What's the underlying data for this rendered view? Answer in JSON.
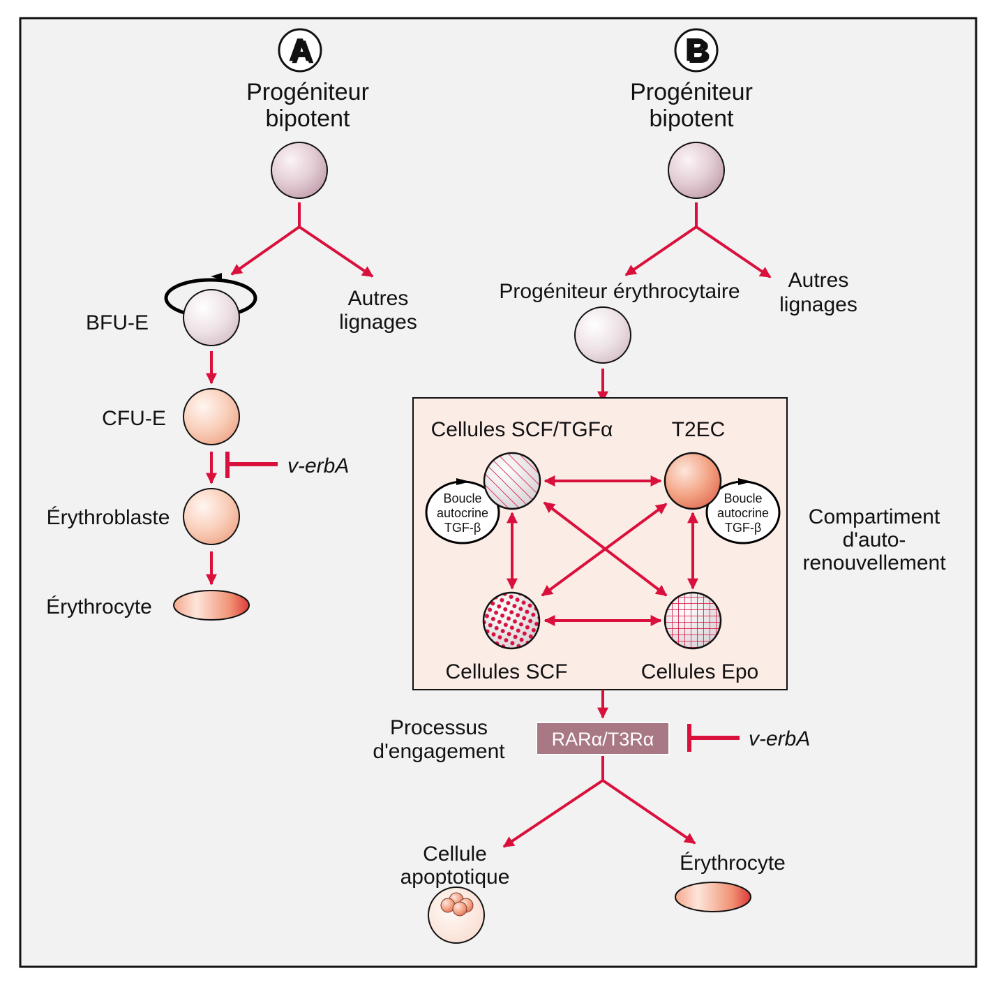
{
  "colors": {
    "background": "#f2f2f2",
    "frame": "#111111",
    "arrow": "#d9103c",
    "compartment_bg": "#fbece6",
    "receptor_box": "#a87884",
    "receptor_text": "#ffffff"
  },
  "panelA": {
    "badge": "A",
    "title_line1": "Progéniteur",
    "title_line2": "bipotent",
    "other_lineages_line1": "Autres",
    "other_lineages_line2": "lignages",
    "stages": [
      {
        "label": "BFU-E",
        "self_renewal_loop": true
      },
      {
        "label": "CFU-E"
      },
      {
        "label": "Érythroblaste"
      },
      {
        "label": "Érythrocyte"
      }
    ],
    "inhibitor": "v-erbA"
  },
  "panelB": {
    "badge": "B",
    "title_line1": "Progéniteur",
    "title_line2": "bipotent",
    "erythroid_progenitor": "Progéniteur érythrocytaire",
    "other_lineages_line1": "Autres",
    "other_lineages_line2": "lignages",
    "compartment": {
      "label_line1": "Compartiment",
      "label_line2": "d'auto-",
      "label_line3": "renouvellement",
      "cells": {
        "scf_tgfa": "Cellules SCF/TGFα",
        "t2ec": "T2EC",
        "scf": "Cellules SCF",
        "epo": "Cellules Epo"
      },
      "autocrine_loop": {
        "line1": "Boucle",
        "line2": "autocrine",
        "line3": "TGF-β"
      }
    },
    "commitment_line1": "Processus",
    "commitment_line2": "d'engagement",
    "receptor": "RARα/T3Rα",
    "inhibitor": "v-erbA",
    "outcomes": {
      "apoptotic_line1": "Cellule",
      "apoptotic_line2": "apoptotique",
      "erythrocyte": "Érythrocyte"
    }
  }
}
